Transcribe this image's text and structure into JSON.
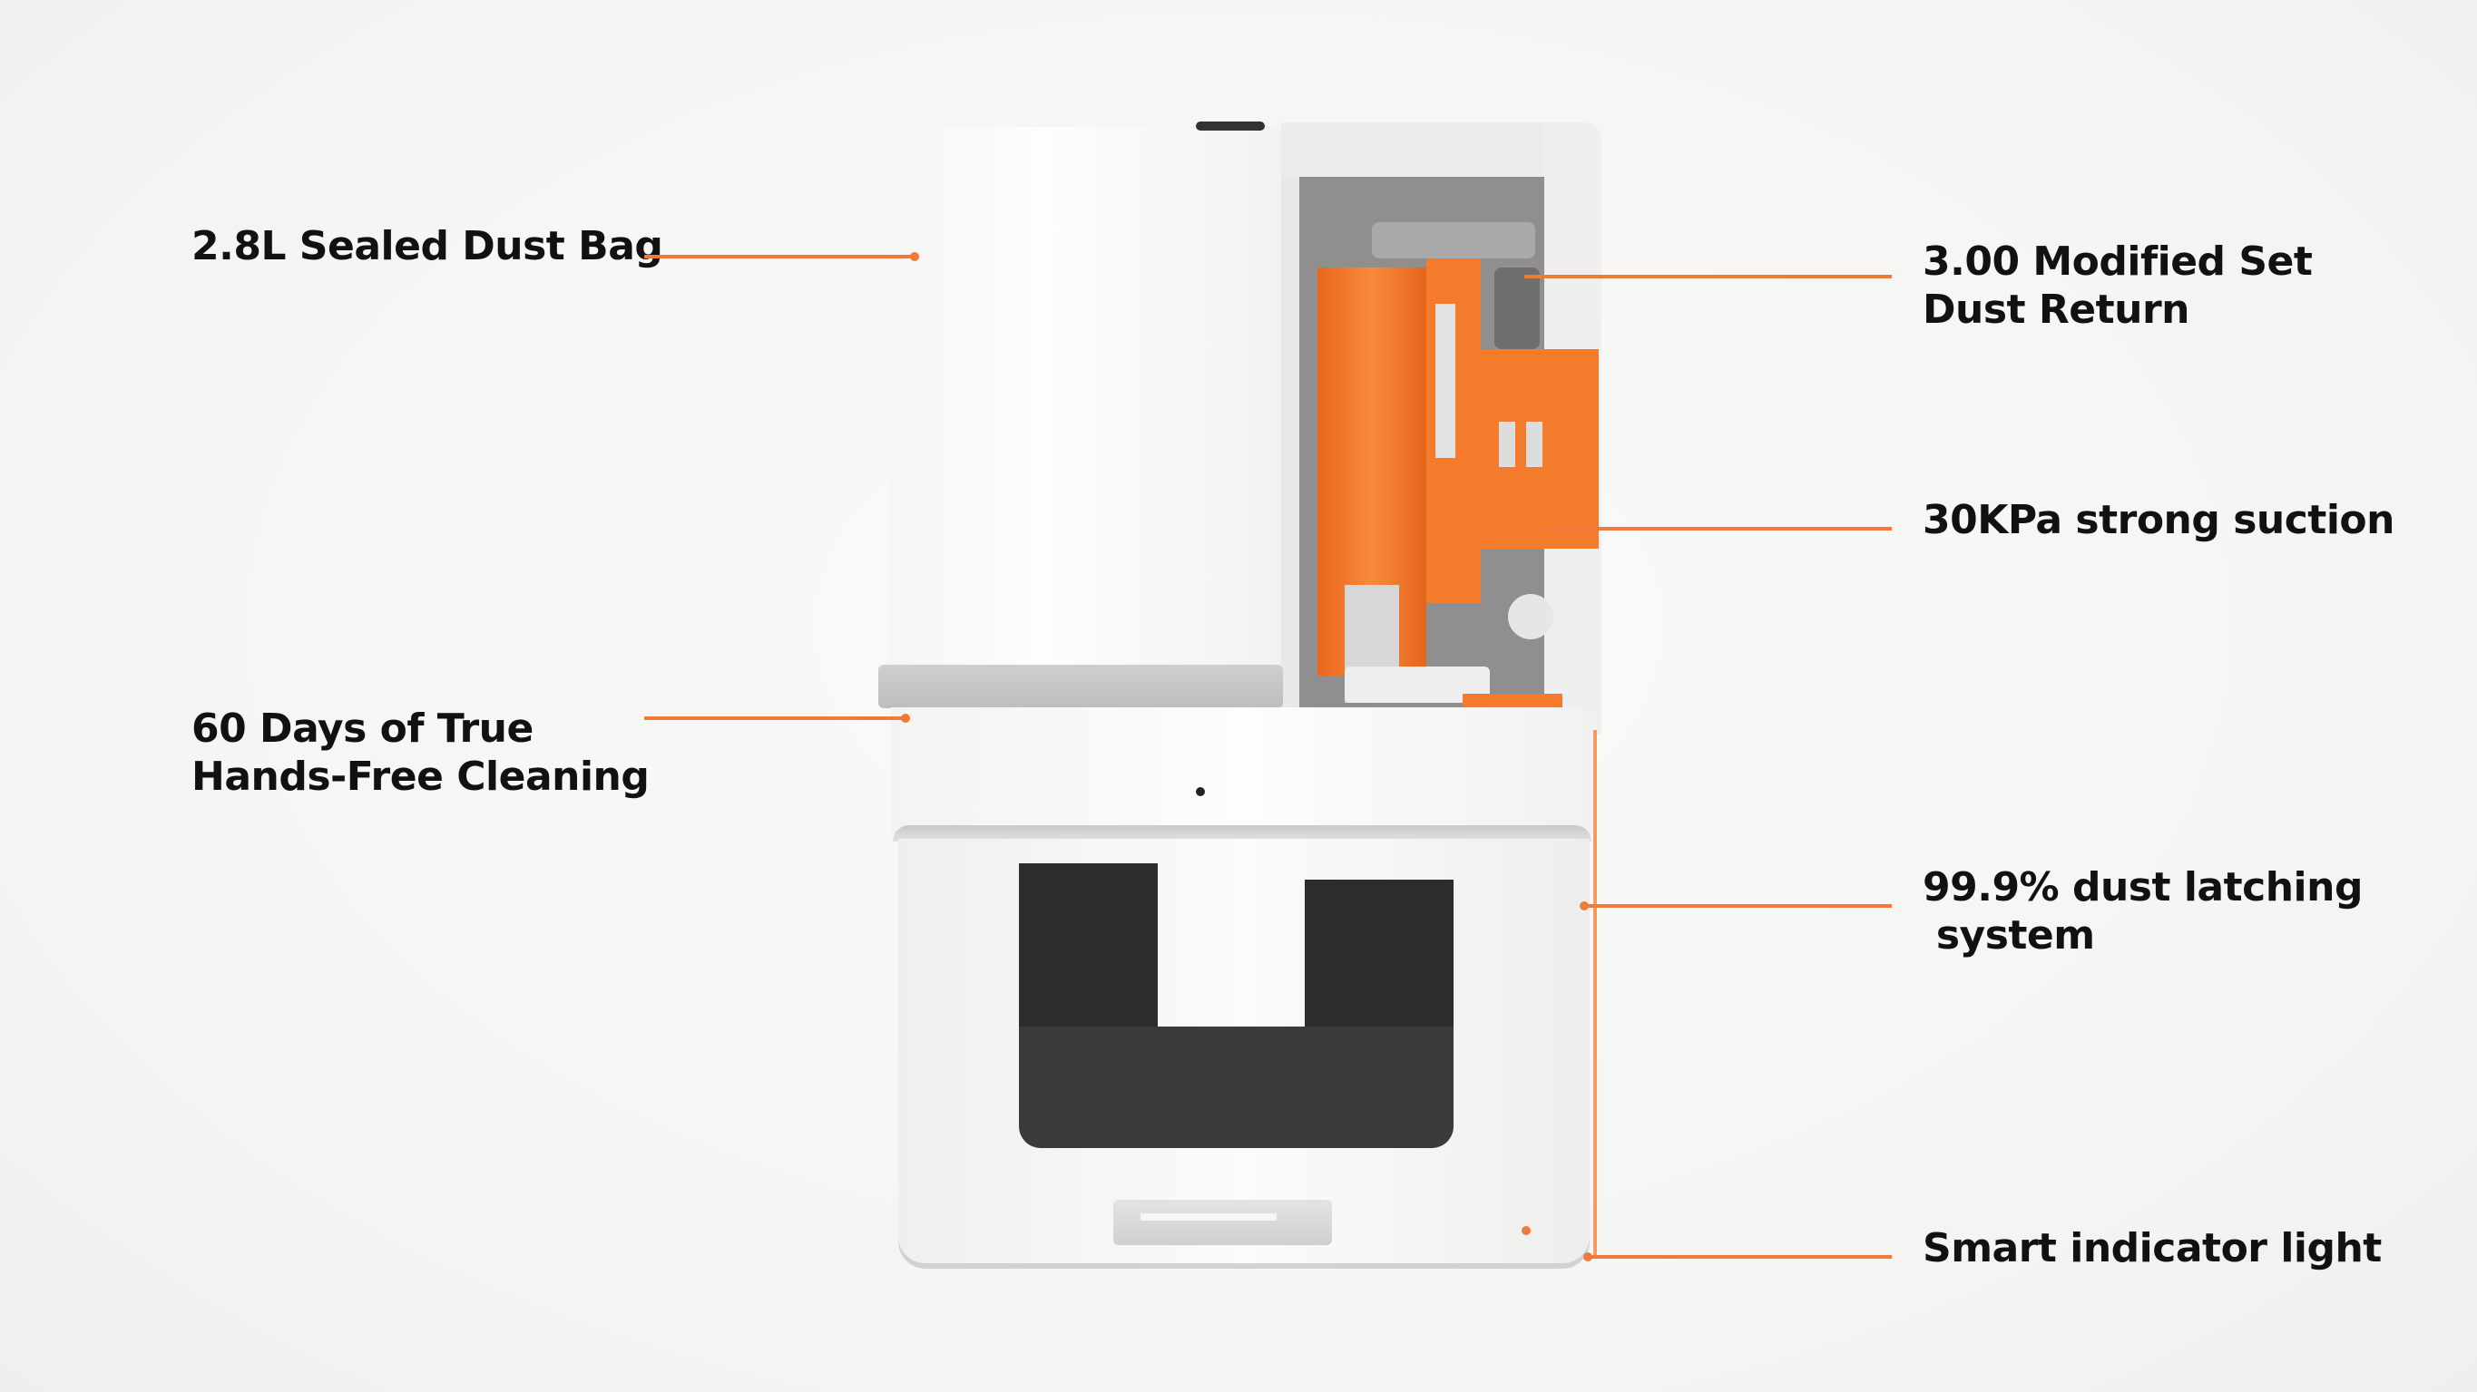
{
  "colors": {
    "accent": "#f07a3a",
    "text": "#111111",
    "background": "#f4f4f2"
  },
  "callouts_left": [
    {
      "lines": [
        "2.8L Sealed Dust Bag"
      ]
    },
    {
      "lines": [
        "60 Days of True",
        "Hands-Free Cleaning"
      ]
    }
  ],
  "callouts_right": [
    {
      "lines": [
        "3.00 Modified Set",
        "Dust Return"
      ]
    },
    {
      "lines": [
        "30KPa strong suction"
      ]
    },
    {
      "lines": [
        "99.9% dust latching",
        " system"
      ]
    },
    {
      "lines": [
        "Smart indicator light"
      ]
    }
  ]
}
